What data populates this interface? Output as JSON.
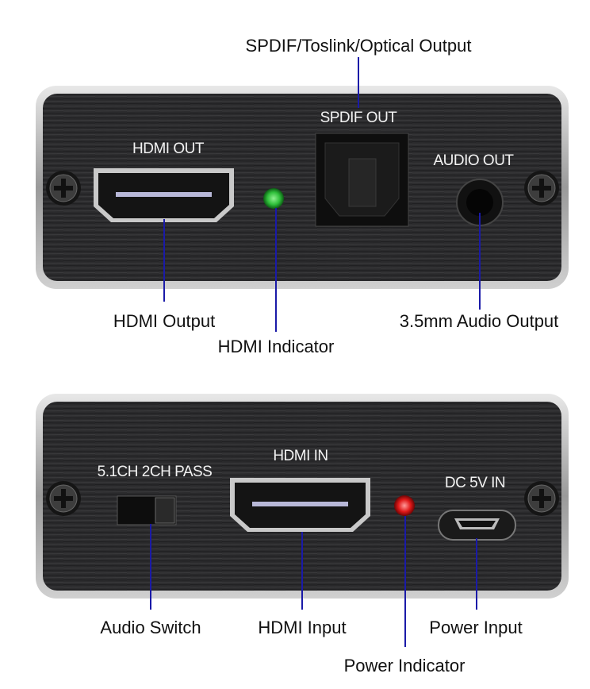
{
  "top_panel": {
    "silkscreen": {
      "hdmi_out": "HDMI OUT",
      "spdif_out": "SPDIF OUT",
      "audio_out": "AUDIO OUT"
    },
    "callouts": {
      "spdif": "SPDIF/Toslink/Optical Output",
      "hdmi_output": "HDMI Output",
      "hdmi_indicator": "HDMI Indicator",
      "audio_output": "3.5mm Audio Output"
    },
    "led_color": "#2fbf3a"
  },
  "bottom_panel": {
    "silkscreen": {
      "switch": "5.1CH  2CH PASS",
      "hdmi_in": "HDMI IN",
      "dc_in": "DC 5V IN"
    },
    "callouts": {
      "audio_switch": "Audio Switch",
      "hdmi_input": "HDMI Input",
      "power_indicator": "Power Indicator",
      "power_input": "Power Input"
    },
    "led_color": "#e01818"
  },
  "colors": {
    "leader_line": "#1a1aa8",
    "panel": "#2a2a2c"
  }
}
